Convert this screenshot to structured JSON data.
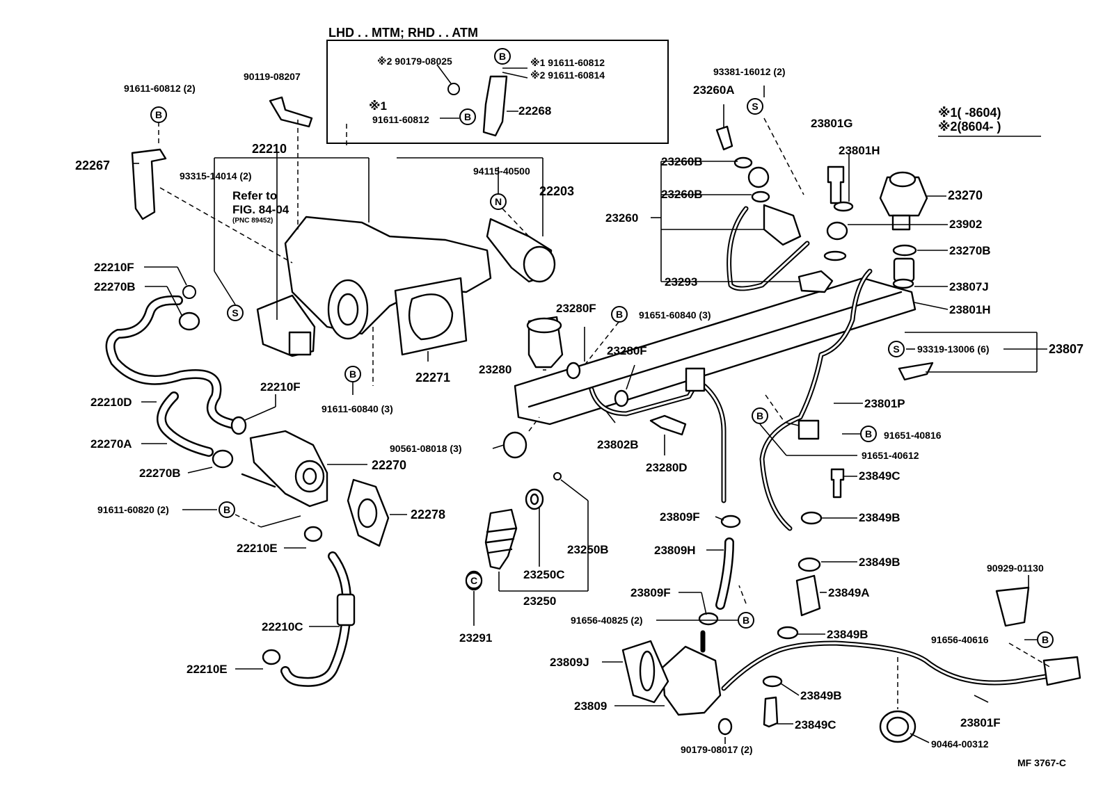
{
  "figure_code": "MF 3767-C",
  "inset": {
    "title": "LHD . . MTM; RHD . . ATM",
    "items": [
      "※2 90179-08025",
      "※1 91611-60812",
      "※2 91611-60814",
      "※1",
      "91611-60812",
      "22268"
    ]
  },
  "legend": {
    "line1": "※1(        -8604)",
    "line2": "※2(8604-        )"
  },
  "refer": {
    "line1": "Refer to",
    "line2": "FIG. 84-04",
    "line3": "(PNC 89452)"
  },
  "symbols": {
    "b": "B",
    "s": "S",
    "n": "N",
    "c": "C"
  },
  "parts": {
    "p91611_60812_2": "91611-60812 (2)",
    "p90119_08207": "90119-08207",
    "p22210": "22210",
    "p22267": "22267",
    "p93315_14014_2": "93315-14014 (2)",
    "p94115_40500": "94115-40500",
    "p22203": "22203",
    "p22210F_a": "22210F",
    "p22270B_a": "22270B",
    "p22210D": "22210D",
    "p22210F_b": "22210F",
    "p22270A": "22270A",
    "p22270B_b": "22270B",
    "p22270": "22270",
    "p91611_60820_2": "91611-60820 (2)",
    "p22278": "22278",
    "p22210E_a": "22210E",
    "p22210C": "22210C",
    "p22210E_b": "22210E",
    "p22271": "22271",
    "p91611_60840_3": "91611-60840 (3)",
    "p93381_16012_2": "93381-16012 (2)",
    "p23260A": "23260A",
    "p23801G": "23801G",
    "p23801H_a": "23801H",
    "p23260B_a": "23260B",
    "p23260B_b": "23260B",
    "p23270": "23270",
    "p23260": "23260",
    "p23902": "23902",
    "p23270B": "23270B",
    "p23293": "23293",
    "p23807J": "23807J",
    "p23801H_b": "23801H",
    "p23280F_a": "23280F",
    "p91651_60840_3": "91651-60840 (3)",
    "p23280F_b": "23280F",
    "p23280": "23280",
    "p93319_13006_6": "93319-13006 (6)",
    "p23807": "23807",
    "p23801P": "23801P",
    "p90561_08018_3": "90561-08018 (3)",
    "p23802B": "23802B",
    "p23280D": "23280D",
    "p91651_40816": "91651-40816",
    "p91651_40612": "91651-40612",
    "p23849C_a": "23849C",
    "p23809F_a": "23809F",
    "p23849B_a": "23849B",
    "p23809H": "23809H",
    "p23849B_b": "23849B",
    "p23250B": "23250B",
    "p23250C": "23250C",
    "p23250": "23250",
    "p23849A": "23849A",
    "p23291": "23291",
    "p23809F_b": "23809F",
    "p91656_40825_2": "91656-40825 (2)",
    "p23849B_c": "23849B",
    "p90929_01130": "90929-01130",
    "p91656_40616": "91656-40616",
    "p23809J": "23809J",
    "p23849B_d": "23849B",
    "p23809": "23809",
    "p23801F": "23801F",
    "p23849C_b": "23849C",
    "p90179_08017_2": "90179-08017 (2)",
    "p90464_00312": "90464-00312"
  }
}
